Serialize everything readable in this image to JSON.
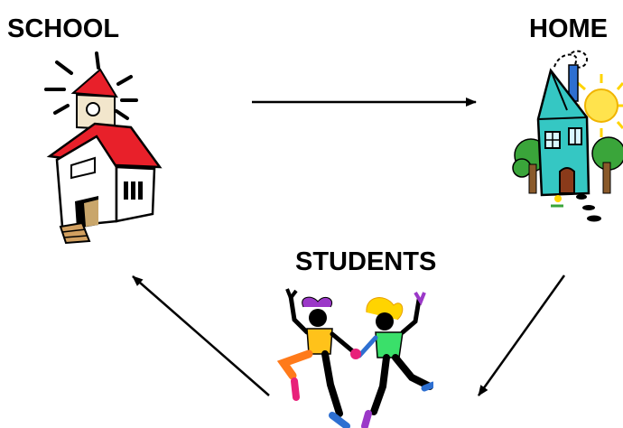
{
  "nodes": {
    "school": {
      "label": "SCHOOL",
      "icon": "schoolhouse-icon"
    },
    "home": {
      "label": "HOME",
      "icon": "house-icon"
    },
    "students": {
      "label": "STUDENTS",
      "icon": "dancing-students-icon"
    }
  },
  "edges": [
    {
      "from": "SCHOOL",
      "to": "HOME"
    },
    {
      "from": "HOME",
      "to": "STUDENTS"
    },
    {
      "from": "STUDENTS",
      "to": "SCHOOL"
    }
  ],
  "colors": {
    "arrow": "#000000",
    "roof": "#e8202a",
    "house": "#35c7c3",
    "sun": "#ffd400",
    "tree": "#3aa53a"
  }
}
